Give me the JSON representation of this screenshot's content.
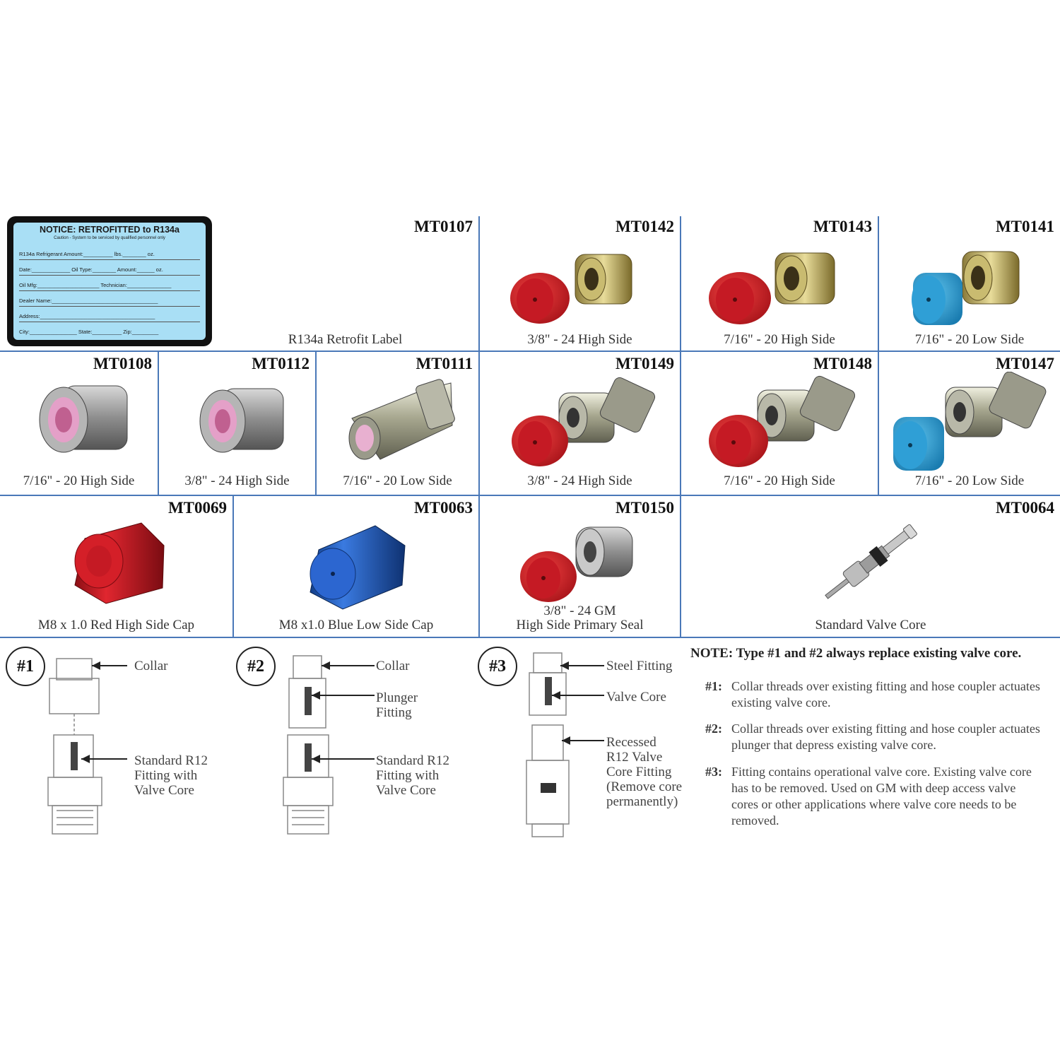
{
  "products": [
    {
      "id": "p-mt0107",
      "code": "MT0107",
      "caption": "R134a Retrofit Label"
    },
    {
      "id": "p-mt0142",
      "code": "MT0142",
      "caption": "3/8\" - 24  High Side"
    },
    {
      "id": "p-mt0143",
      "code": "MT0143",
      "caption": "7/16\" - 20 High Side"
    },
    {
      "id": "p-mt0141",
      "code": "MT0141",
      "caption": "7/16\" - 20 Low Side"
    },
    {
      "id": "p-mt0108",
      "code": "MT0108",
      "caption": "7/16\" - 20  High Side"
    },
    {
      "id": "p-mt0112",
      "code": "MT0112",
      "caption": "3/8\" - 24  High Side"
    },
    {
      "id": "p-mt0111",
      "code": "MT0111",
      "caption": "7/16\" - 20 Low Side"
    },
    {
      "id": "p-mt0149",
      "code": "MT0149",
      "caption": "3/8\" - 24  High Side"
    },
    {
      "id": "p-mt0148",
      "code": "MT0148",
      "caption": "7/16\" - 20  High Side"
    },
    {
      "id": "p-mt0147",
      "code": "MT0147",
      "caption": "7/16\" - 20 Low Side"
    },
    {
      "id": "p-mt0069",
      "code": "MT0069",
      "caption": "M8 x 1.0 Red High Side Cap"
    },
    {
      "id": "p-mt0063",
      "code": "MT0063",
      "caption": "M8  x1.0 Blue Low Side Cap"
    },
    {
      "id": "p-mt0150",
      "code": "MT0150",
      "caption": "3/8\" - 24 GM",
      "caption2": "High Side Primary Seal"
    },
    {
      "id": "p-mt0064",
      "code": "MT0064",
      "caption": "Standard Valve Core"
    }
  ],
  "retrofit_label": {
    "title": "NOTICE: RETROFITTED to R134a",
    "subtitle": "Caution - System to be serviced by qualified personnel only",
    "rows": [
      "R134a Refrigerant Amount:__________ lbs.________ oz.",
      "Date:_____________ Oil Type:________ Amount:______ oz.",
      "Oil Mfg:_____________________ Technician:_______________",
      "Dealer Name:____________________________________",
      "Address:_______________________________________",
      "City:________________ State:__________ Zip:_________"
    ]
  },
  "diagrams": {
    "d1": {
      "num": "#1",
      "labels": [
        "Collar",
        "Standard R12\nFitting with\nValve Core"
      ]
    },
    "d2": {
      "num": "#2",
      "labels": [
        "Collar",
        "Plunger\nFitting",
        "Standard R12\nFitting with\nValve Core"
      ]
    },
    "d3": {
      "num": "#3",
      "labels": [
        "Steel Fitting",
        "Valve Core",
        "Recessed\nR12 Valve\nCore Fitting\n(Remove core\npermanently)"
      ]
    }
  },
  "note": {
    "title": "NOTE: Type #1 and #2 always replace existing valve core.",
    "items": [
      {
        "key": "#1:",
        "text": "Collar threads over existing fitting and hose coupler actuates existing valve core."
      },
      {
        "key": "#2:",
        "text": "Collar threads over existing fitting and hose coupler actuates plunger that depress existing valve core."
      },
      {
        "key": "#3:",
        "text": "Fitting contains operational valve core. Existing valve core has to be removed. Used on GM with deep access valve cores or other applications where valve core needs to be removed."
      }
    ]
  },
  "colors": {
    "grid_line": "#4a78b8",
    "red_cap": "#d9232d",
    "blue_cap": "#2f9fd6",
    "dark_blue_cap": "#1f5fc8",
    "label_bg": "#a9dff5"
  }
}
